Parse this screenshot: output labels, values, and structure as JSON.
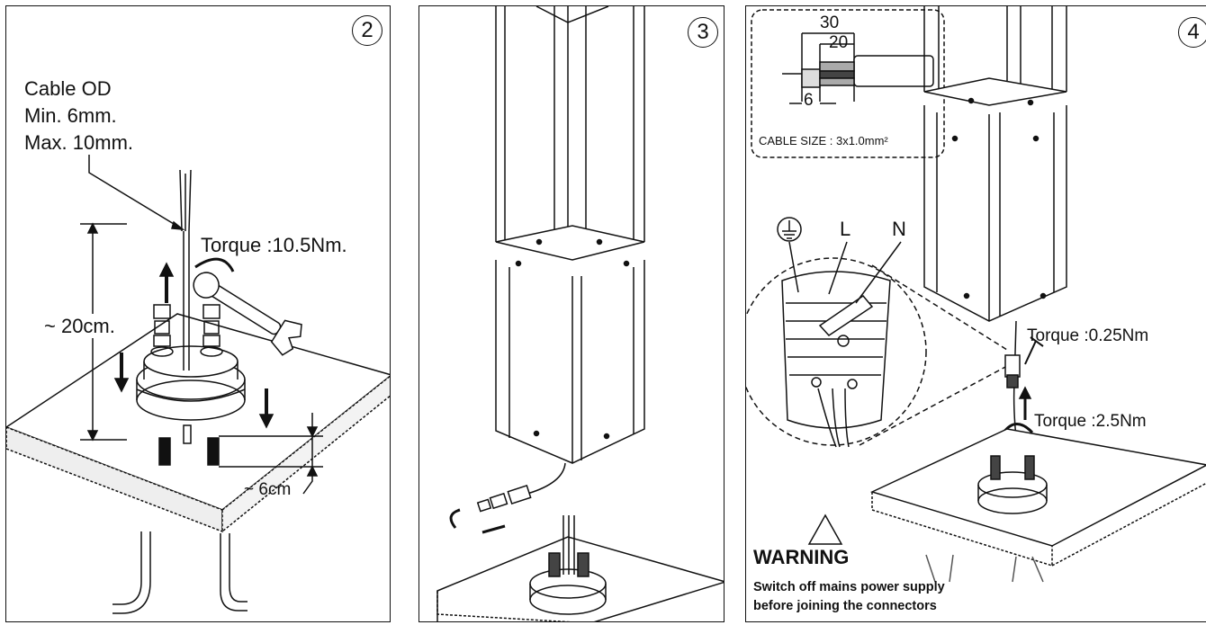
{
  "panel2": {
    "step": "2",
    "cable_od": [
      "Cable OD",
      "Min. 6mm.",
      "Max. 10mm."
    ],
    "torque": "Torque :10.5Nm.",
    "height_dim": "~ 20cm.",
    "depth_dim": "~ 6cm"
  },
  "panel3": {
    "step": "3"
  },
  "panel4": {
    "step": "4",
    "strip_dims": {
      "outer": "30",
      "middle": "20",
      "inner": "6"
    },
    "cable_size": "CABLE SIZE : 3x1.0mm²",
    "terminals": {
      "live": "L",
      "neutral": "N"
    },
    "torque_connector": "Torque :0.25Nm",
    "torque_gland": "Torque :2.5Nm",
    "warning": {
      "title": "WARNING",
      "lines": [
        "Switch off mains power supply",
        "before joining the connectors"
      ]
    }
  }
}
